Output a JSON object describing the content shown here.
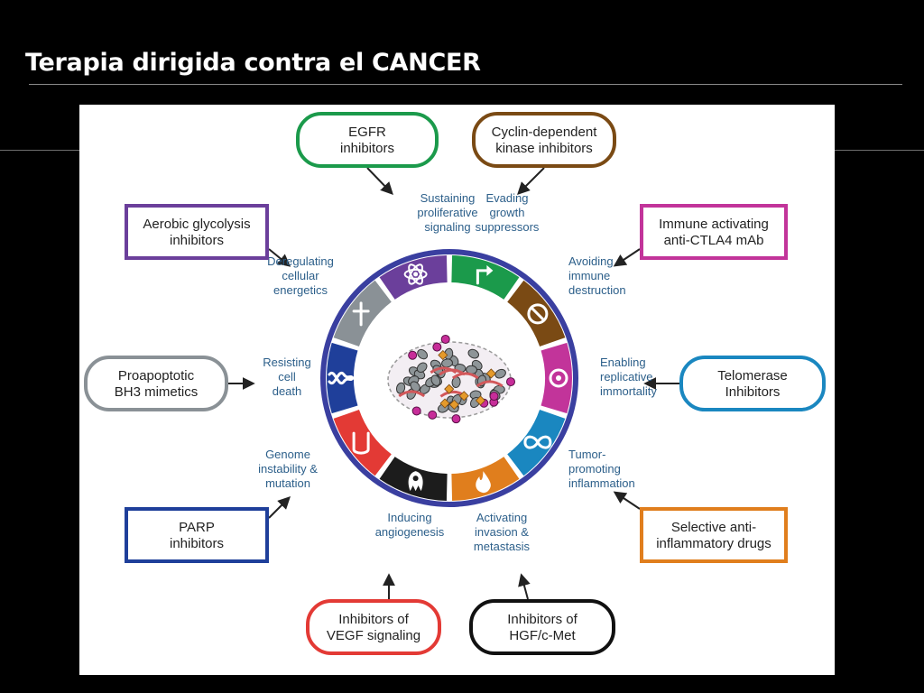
{
  "slide": {
    "title": "Terapia dirigida contra el CANCER"
  },
  "hallmarks": [
    {
      "id": "sustaining",
      "lines": [
        "Sustaining",
        "proliferative",
        "signaling"
      ],
      "color": "#1b9a4b",
      "icon": "arrow-icon"
    },
    {
      "id": "evading",
      "lines": [
        "Evading",
        "growth",
        "suppressors"
      ],
      "color": "#7a4a14",
      "icon": "prohibit-icon"
    },
    {
      "id": "avoiding",
      "lines": [
        "Avoiding",
        "immune",
        "destruction"
      ],
      "color": "#c2349a",
      "icon": "immune-cell-icon"
    },
    {
      "id": "enabling",
      "lines": [
        "Enabling",
        "replicative",
        "immortality"
      ],
      "color": "#1a87c0",
      "icon": "infinity-icon"
    },
    {
      "id": "tumor",
      "lines": [
        "Tumor-",
        "promoting",
        "inflammation"
      ],
      "color": "#e07e1d",
      "icon": "flame-icon"
    },
    {
      "id": "activating",
      "lines": [
        "Activating",
        "invasion &",
        "metastasis"
      ],
      "color": "#1c1c1c",
      "icon": "migrating-cell-icon"
    },
    {
      "id": "inducing",
      "lines": [
        "Inducing",
        "angiogenesis"
      ],
      "color": "#e33a35",
      "icon": "vessel-icon"
    },
    {
      "id": "genome",
      "lines": [
        "Genome",
        "instability &",
        "mutation"
      ],
      "color": "#1f3f9a",
      "icon": "dna-icon"
    },
    {
      "id": "resisting",
      "lines": [
        "Resisting",
        "cell",
        "death"
      ],
      "color": "#8a9196",
      "icon": "cross-icon"
    },
    {
      "id": "deregulating",
      "lines": [
        "Deregulating",
        "cellular",
        "energetics"
      ],
      "color": "#6b3f9b",
      "icon": "atom-icon"
    }
  ],
  "drugs": [
    {
      "id": "egfr",
      "lines": [
        "EGFR",
        "inhibitors"
      ],
      "color": "#1b9a4b",
      "shape": "rounded"
    },
    {
      "id": "cdk",
      "lines": [
        "Cyclin-dependent",
        "kinase inhibitors"
      ],
      "color": "#7a4a14",
      "shape": "rounded"
    },
    {
      "id": "ctla4",
      "lines": [
        "Immune activating",
        "anti-CTLA4 mAb"
      ],
      "color": "#c2349a",
      "shape": "rect"
    },
    {
      "id": "telomerase",
      "lines": [
        "Telomerase",
        "Inhibitors"
      ],
      "color": "#1a87c0",
      "shape": "rounded"
    },
    {
      "id": "antiinflam",
      "lines": [
        "Selective anti-",
        "inflammatory drugs"
      ],
      "color": "#e07e1d",
      "shape": "rect"
    },
    {
      "id": "hgf",
      "lines": [
        "Inhibitors of",
        "HGF/c-Met"
      ],
      "color": "#111111",
      "shape": "rounded"
    },
    {
      "id": "vegf",
      "lines": [
        "Inhibitors of",
        "VEGF signaling"
      ],
      "color": "#e33a35",
      "shape": "rounded"
    },
    {
      "id": "parp",
      "lines": [
        "PARP",
        "inhibitors"
      ],
      "color": "#1f3f9a",
      "shape": "rect"
    },
    {
      "id": "bh3",
      "lines": [
        "Proapoptotic",
        "BH3 mimetics"
      ],
      "color": "#8a9196",
      "shape": "rounded"
    },
    {
      "id": "glycolysis",
      "lines": [
        "Aerobic glycolysis",
        "inhibitors"
      ],
      "color": "#6b3f9b",
      "shape": "rect"
    }
  ],
  "ring": {
    "outer_color": "#3a3fa0"
  }
}
